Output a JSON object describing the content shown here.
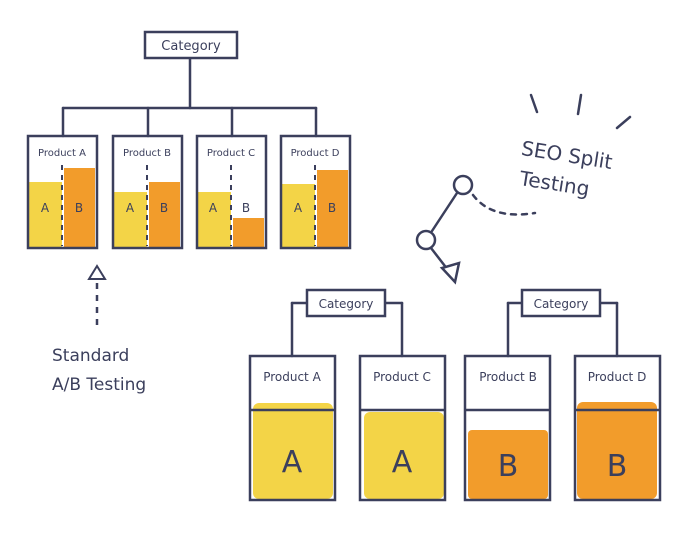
{
  "left_tree": {
    "root": "Category",
    "products": [
      {
        "label": "Product A",
        "split_a": "A",
        "split_b": "B"
      },
      {
        "label": "Product B",
        "split_a": "A",
        "split_b": "B"
      },
      {
        "label": "Product C",
        "split_a": "A",
        "split_b": "B"
      },
      {
        "label": "Product D",
        "split_a": "A",
        "split_b": "B"
      }
    ]
  },
  "standard_caption": [
    "Standard",
    "A/B Testing"
  ],
  "seo_caption": [
    "SEO Split",
    "Testing"
  ],
  "right_groups": [
    {
      "category": "Category",
      "products": [
        {
          "label": "Product A",
          "variant": "A"
        },
        {
          "label": "Product C",
          "variant": "A"
        }
      ]
    },
    {
      "category": "Category",
      "products": [
        {
          "label": "Product B",
          "variant": "B"
        },
        {
          "label": "Product D",
          "variant": "B"
        }
      ]
    }
  ],
  "colors": {
    "ink": "#3b3f5c",
    "yellow": "#f3d447",
    "orange": "#f29c2b"
  }
}
